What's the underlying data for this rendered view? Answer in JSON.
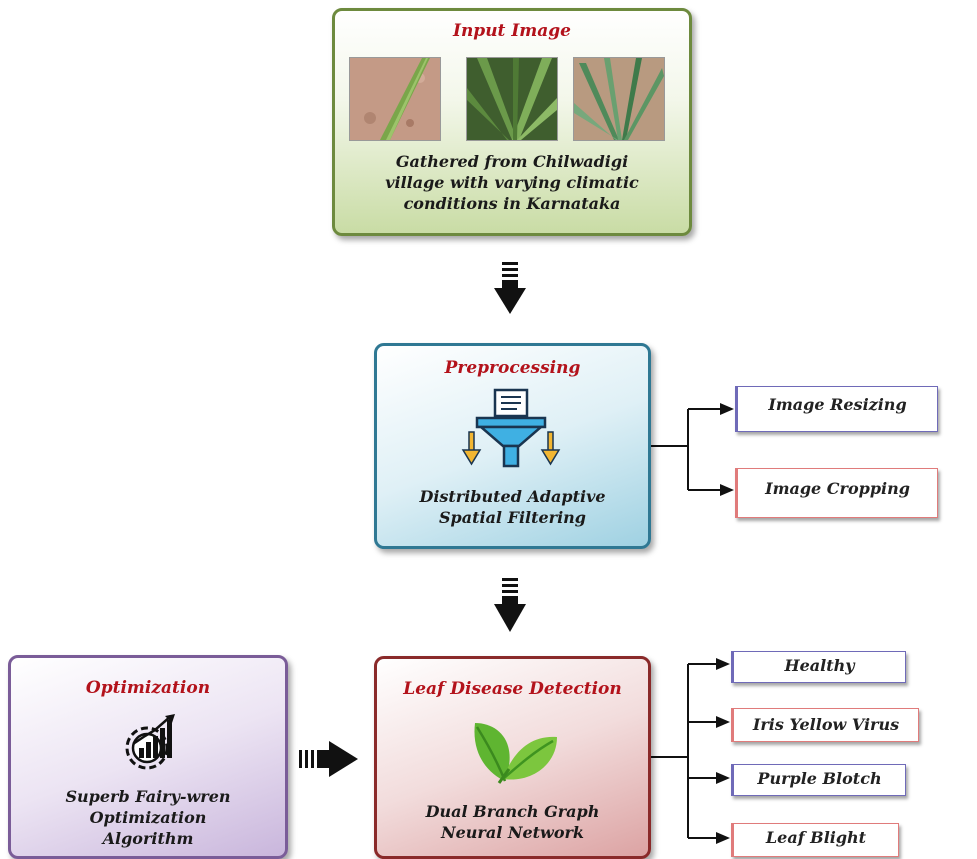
{
  "input": {
    "title": "Input Image",
    "description": "Gathered from Chilwadigi\nvillage with varying climatic\nconditions in Karnataka"
  },
  "preprocessing": {
    "title": "Preprocessing",
    "description": "Distributed Adaptive\nSpatial Filtering",
    "outputs": [
      "Image Resizing",
      "Image Cropping"
    ]
  },
  "detection": {
    "title": "Leaf Disease Detection",
    "description": "Dual Branch Graph\nNeural Network",
    "outputs": [
      "Healthy",
      "Iris Yellow Virus",
      "Purple Blotch",
      "Leaf Blight"
    ]
  },
  "optimization": {
    "title": "Optimization",
    "description": "Superb Fairy-wren\nOptimization\nAlgorithm"
  },
  "colors": {
    "title_red": "#b3121b",
    "input_border": "#6d8a3e",
    "prep_border": "#2f7893",
    "detect_border": "#8a2a2a",
    "opt_border": "#7a5c98"
  },
  "icons": [
    "funnel-filter-icon",
    "leaf-icon",
    "gear-chart-icon",
    "down-arrow-icon",
    "right-arrow-icon"
  ]
}
